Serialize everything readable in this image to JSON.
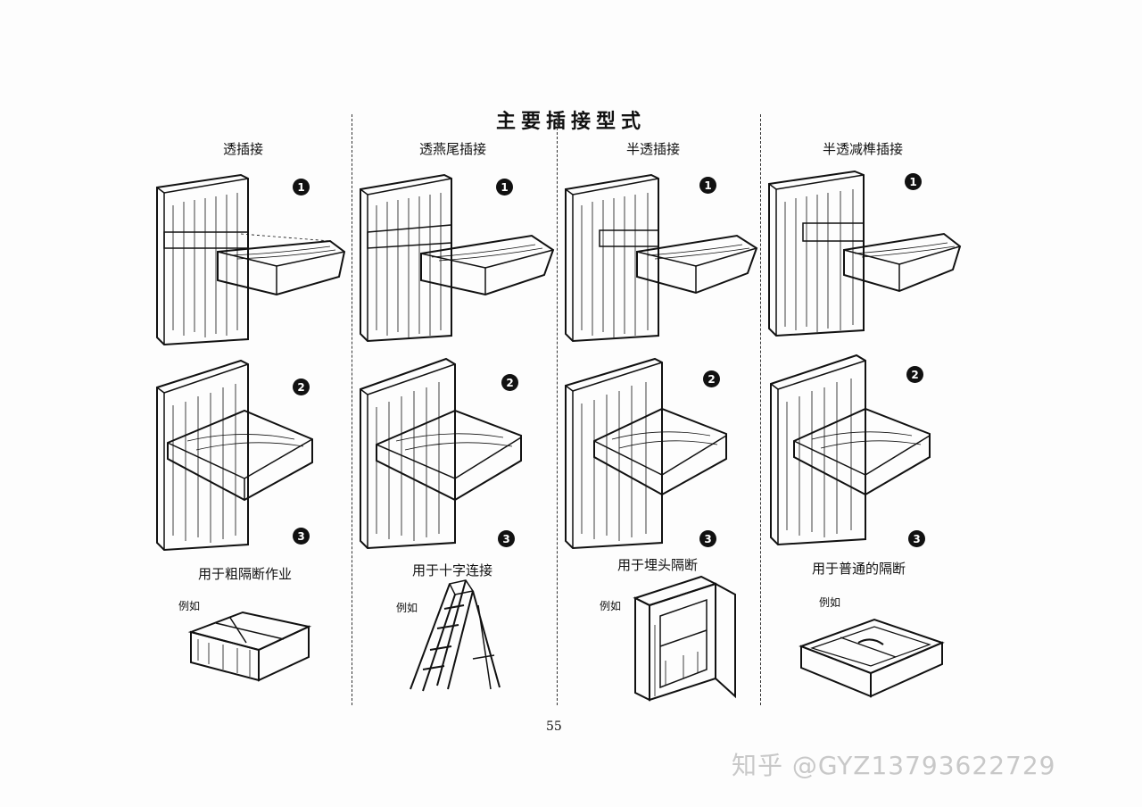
{
  "page": {
    "title": "主要插接型式",
    "page_number": "55",
    "watermark": "知乎 @GYZ13793622729"
  },
  "columns": [
    {
      "title": "透插接",
      "usage": "用于粗隔断作业",
      "example_label": "例如",
      "example_icon": "divided-box-icon"
    },
    {
      "title": "透燕尾插接",
      "usage": "用于十字连接",
      "example_label": "例如",
      "example_icon": "step-ladder-icon"
    },
    {
      "title": "半透插接",
      "usage": "用于埋头隔断",
      "example_label": "例如",
      "example_icon": "cabinet-icon"
    },
    {
      "title": "半透减榫插接",
      "usage": "用于普通的隔断",
      "example_label": "例如",
      "example_icon": "tray-icon"
    }
  ],
  "step_labels": [
    "1",
    "2",
    "3"
  ]
}
